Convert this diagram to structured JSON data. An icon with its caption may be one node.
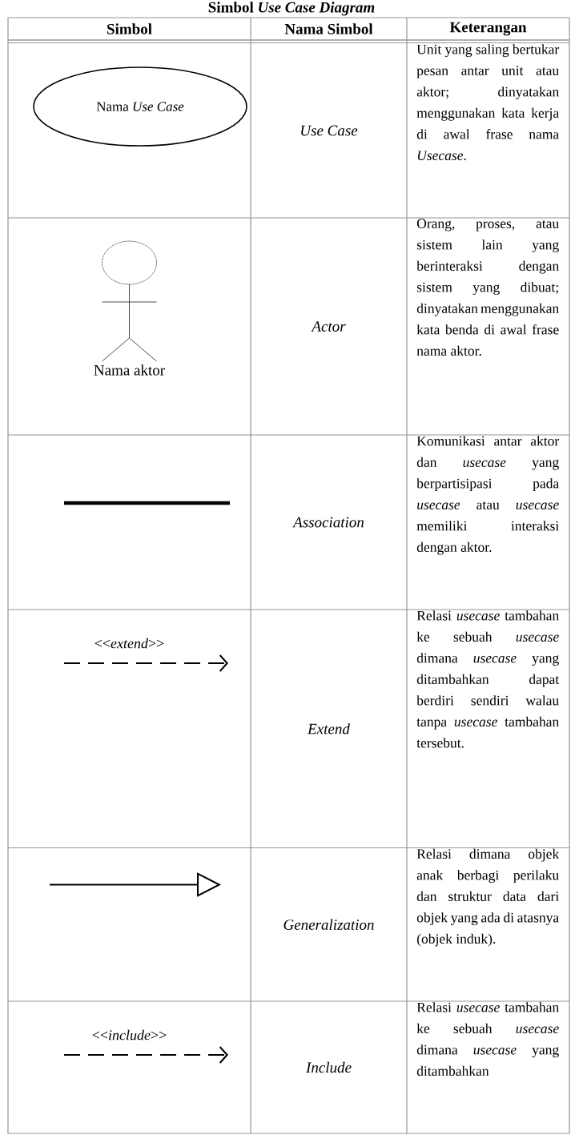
{
  "diagram": {
    "title": "Simbol *Use Case Diagram*",
    "nodes": [
      {
        "text": [
          "Nama *Use Case*"
        ]
      },
      {
        "text": [
          "Nama aktor"
        ]
      }
    ],
    "labels": [
      "Simbol",
      "Nama Simbol",
      "Keterangan",
      "Use Case",
      "Unit yang saling bertukar pesan antar unit atau aktor; dinyatakan menggunakan kata kerja di awal frase nama *Usecase*.",
      "Actor",
      "Orang, proses, atau sistem lain yang berinteraksi dengan sistem yang dibuat; dinyatakan menggunakan kata benda di awal frase nama aktor.",
      "Association",
      "Komunikasi antar aktor dan *usecase* yang berpartisipasi pada *usecase* atau *usecase* memiliki interaksi dengan aktor.",
      "<<*extend*>>",
      "Extend",
      "Relasi *usecase* tambahan ke sebuah *usecase* dimana *usecase* yang ditambahkan dapat berdiri sendiri walau tanpa *usecase* tambahan tersebut.",
      "Generalization",
      "Relasi dimana objek anak berbagi perilaku dan struktur data dari objek yang ada di atasnya (objek induk).",
      "<<*include*>>",
      "Include",
      "Relasi *usecase* tambahan ke sebuah *usecase* dimana *usecase* yang ditambahkan"
    ]
  }
}
